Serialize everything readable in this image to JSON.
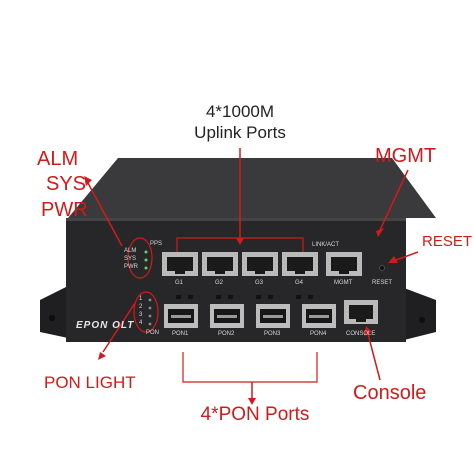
{
  "callouts": {
    "uplink_line1": "4*1000M",
    "uplink_line2": "Uplink Ports",
    "mgmt": "MGMT",
    "reset": "RESET",
    "alm": "ALM",
    "sys": "SYS",
    "pwr": "PWR",
    "pon_light": "PON LIGHT",
    "pon_ports": "4*PON Ports",
    "console": "Console"
  },
  "device": {
    "brand": "EPON OLT",
    "led_labels": [
      "ALM",
      "SYS",
      "PWR"
    ],
    "led_top_label": "PPS",
    "pon_led_numbers": [
      "1",
      "2",
      "3",
      "4"
    ],
    "pon_led_label": "PON",
    "link_act": "LINK/ACT",
    "uplink_ports": [
      "G1",
      "G2",
      "G3",
      "G4"
    ],
    "mgmt_port": "MGMT",
    "reset_port": "RESET",
    "pon_ports": [
      "PON1",
      "PON2",
      "PON3",
      "PON4"
    ],
    "console_port": "CONSOLE"
  },
  "colors": {
    "callout_red": "#d11a1a",
    "chassis_face": "#2a2a2c",
    "chassis_top": "#3a3a3d"
  }
}
